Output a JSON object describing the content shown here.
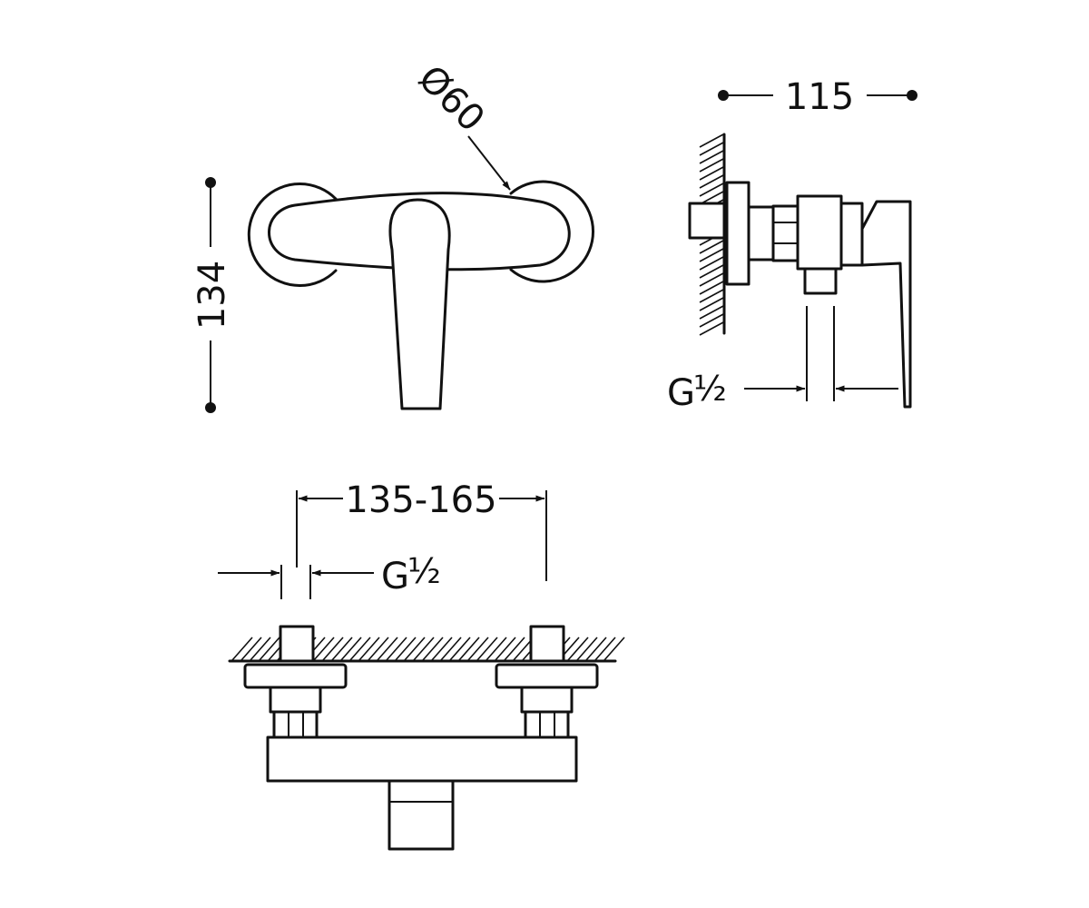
{
  "dimensions": {
    "diameter": "Ø60",
    "height": "134",
    "depth": "115",
    "spacing": "135-165",
    "thread_letter": "G",
    "thread_fraction": "½"
  }
}
